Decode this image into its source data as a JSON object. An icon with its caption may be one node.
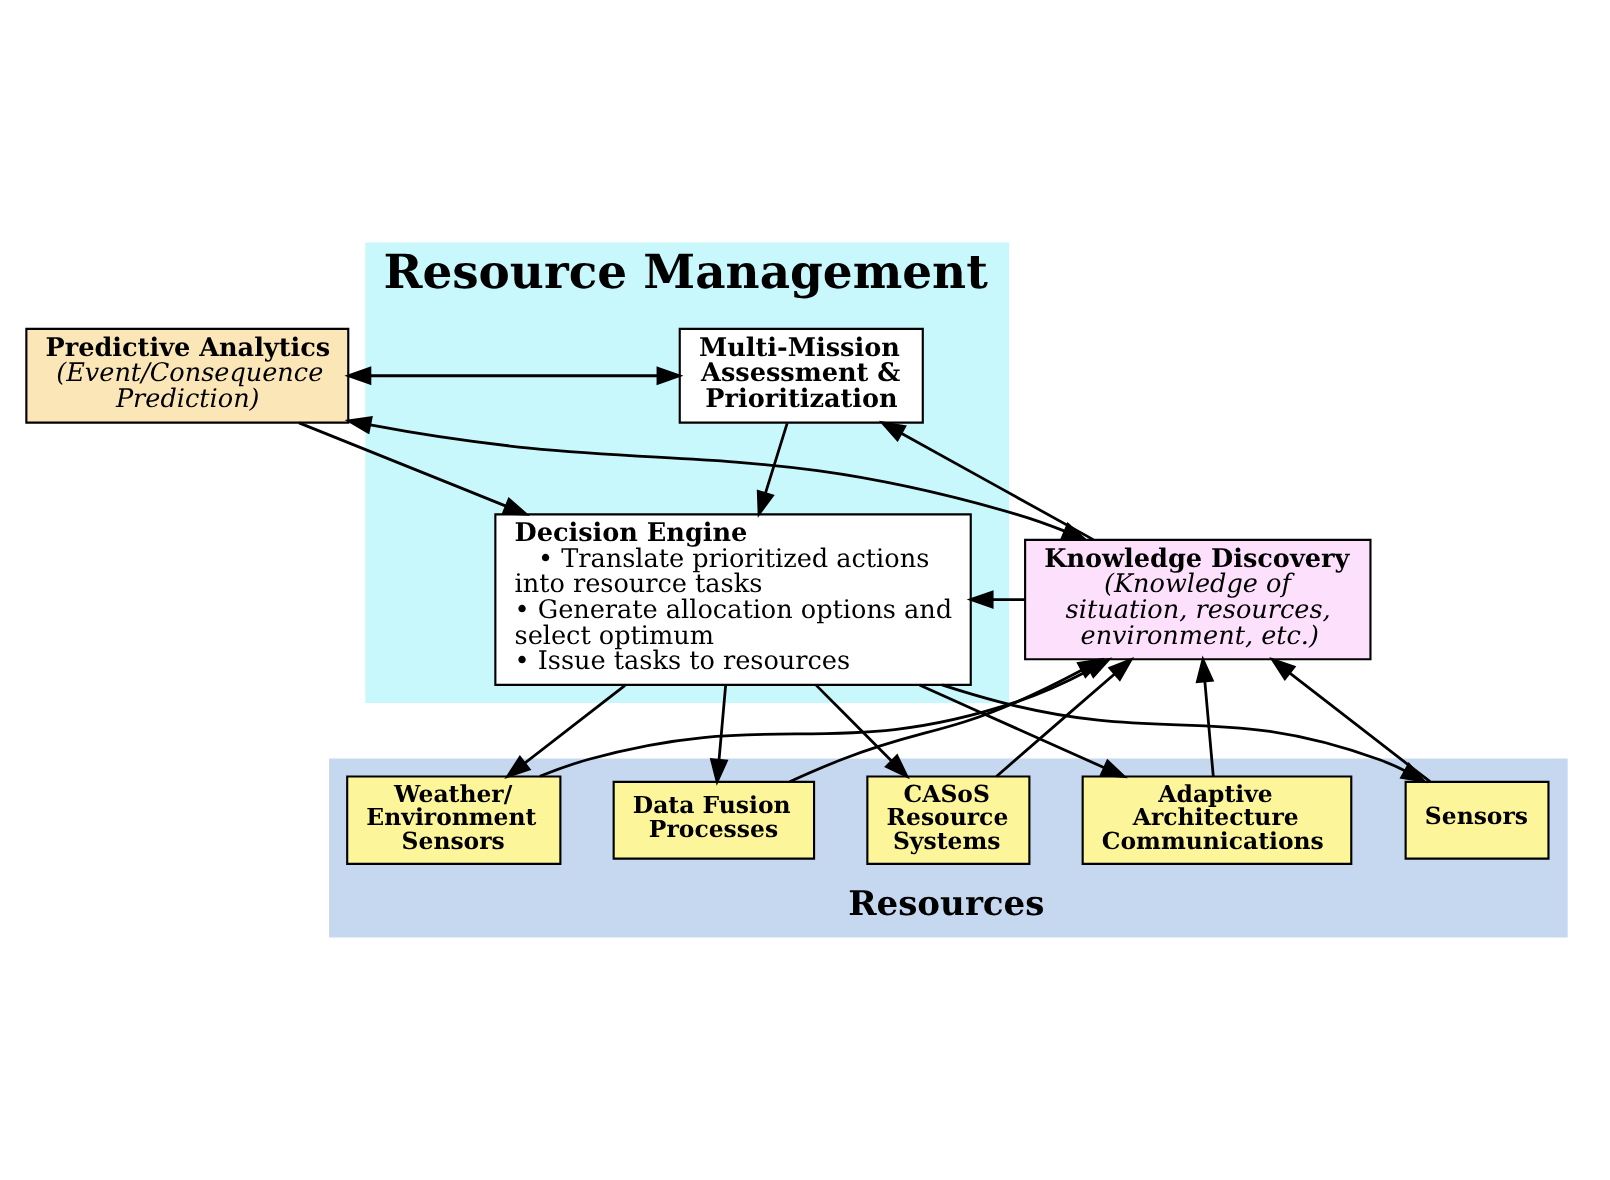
{
  "diagram": {
    "nodes": [
      {
        "text": [
          "Resource Management"
        ]
      },
      {
        "text": [
          "Multi-Mission Assessment & Prioritization"
        ],
        "in": 0
      },
      {
        "text": [
          "Decision Engine",
          "• Translate prioritized actions into resource tasks",
          "• Generate allocation options and select optimum",
          "• Issue tasks to resources"
        ],
        "in": 0
      },
      {
        "text": [
          "Predictive Analytics",
          "(Event/Consequence Prediction)"
        ]
      },
      {
        "text": [
          "Knowledge Discovery",
          "(Knowledge of situation, resources, environment, etc.)"
        ]
      },
      {
        "text": [
          "Resources"
        ]
      },
      {
        "text": [
          "Data Fusion Processes"
        ],
        "in": 5
      },
      {
        "text": [
          "Weather/ Environment Sensors"
        ],
        "in": 5
      },
      {
        "text": [
          "Sensors"
        ],
        "in": 5
      },
      {
        "text": [
          "Adaptive Architecture Communications"
        ],
        "in": 5
      },
      {
        "text": [
          "CASoS Resource Systems"
        ],
        "in": 5
      }
    ],
    "edges": [
      {
        "from": 3,
        "to": 1,
        "arrow": "both"
      },
      {
        "from": 3,
        "to": 2,
        "arrow": "to"
      },
      {
        "from": 3,
        "to": 4,
        "arrow": "both"
      },
      {
        "from": 4,
        "to": 1,
        "arrow": "to"
      },
      {
        "from": 4,
        "to": 2,
        "arrow": "to"
      },
      {
        "from": 1,
        "to": 2,
        "arrow": "to"
      },
      {
        "from": 6,
        "to": 4,
        "arrow": "to"
      },
      {
        "from": 7,
        "to": 4,
        "arrow": "to"
      },
      {
        "from": 8,
        "to": 4,
        "arrow": "to"
      },
      {
        "from": 9,
        "to": 4,
        "arrow": "to"
      },
      {
        "from": 10,
        "to": 4,
        "arrow": "to"
      },
      {
        "from": 2,
        "to": 6,
        "arrow": "to"
      },
      {
        "from": 2,
        "to": 7,
        "arrow": "to"
      },
      {
        "from": 2,
        "to": 8,
        "arrow": "to"
      },
      {
        "from": 2,
        "to": 9,
        "arrow": "to"
      },
      {
        "from": 2,
        "to": 10,
        "arrow": "to"
      }
    ]
  }
}
